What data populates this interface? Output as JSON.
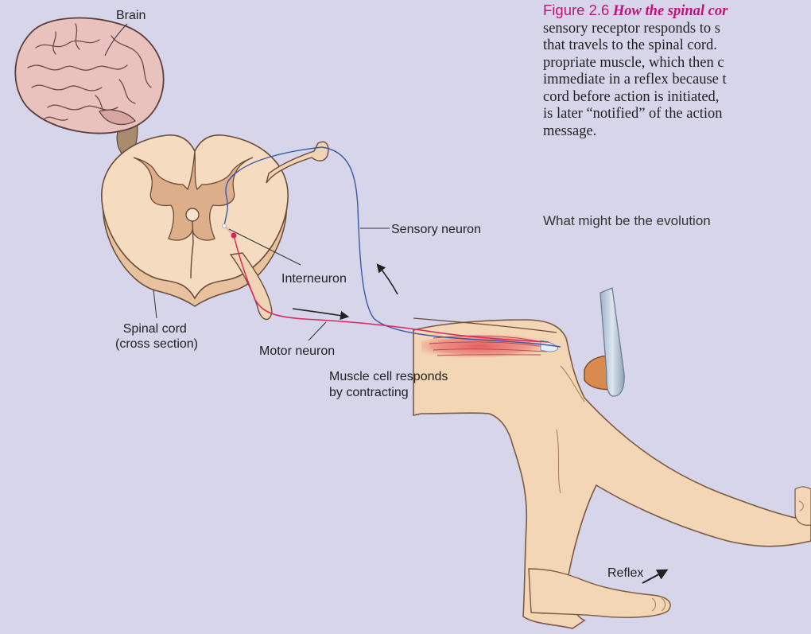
{
  "figure": {
    "number": "Figure 2.6",
    "title": "How the spinal cor",
    "caption_lines": [
      "sensory receptor responds to s",
      "that travels to the spinal cord.",
      "propriate muscle, which then c",
      "immediate in a reflex because t",
      "cord before action is initiated,",
      "is later “notified” of the action",
      "message."
    ],
    "question": "What might be the evolution"
  },
  "labels": {
    "brain": "Brain",
    "sensory_neuron": "Sensory neuron",
    "interneuron": "Interneuron",
    "spinal_cord_line1": "Spinal cord",
    "spinal_cord_line2": "(cross section)",
    "motor_neuron": "Motor neuron",
    "muscle_line1": "Muscle cell responds",
    "muscle_line2": "by contracting",
    "reflex": "Reflex"
  },
  "colors": {
    "background": "#d6d5ea",
    "sensory_neuron": "#3a5aa8",
    "motor_neuron": "#e0245e",
    "figure_accent": "#c0127a",
    "tissue": "#f3d6b5",
    "gray_matter": "#d9ab86",
    "muscle": "#d9695f",
    "kneecap": "#d98a4e"
  }
}
